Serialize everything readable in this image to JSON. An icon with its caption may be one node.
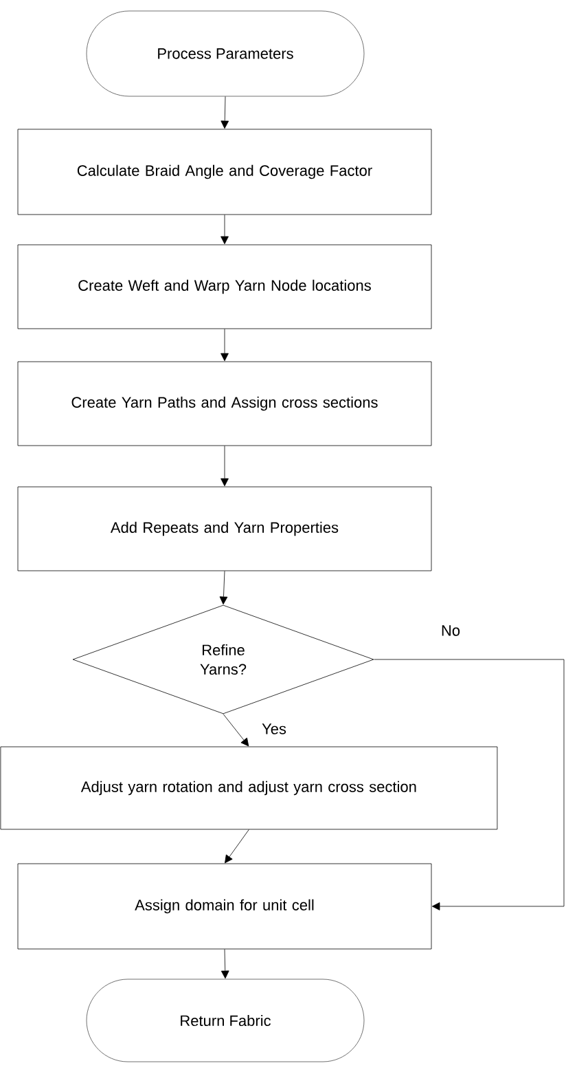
{
  "diagram": {
    "nodes": [
      {
        "text": [
          "Process Parameters"
        ]
      },
      {
        "text": [
          "Calculate Braid Angle and Coverage Factor"
        ]
      },
      {
        "text": [
          "Create Weft and Warp Yarn Node locations"
        ]
      },
      {
        "text": [
          "Create Yarn Paths and Assign cross sections"
        ]
      },
      {
        "text": [
          "Add Repeats and Yarn Properties"
        ]
      },
      {
        "text": [
          "Refine Yarns?"
        ]
      },
      {
        "text": [
          "Adjust yarn rotation and adjust yarn cross section"
        ]
      },
      {
        "text": [
          "Assign domain for unit cell"
        ]
      },
      {
        "text": [
          "Return Fabric"
        ]
      }
    ],
    "edges": [
      {
        "from": 0,
        "to": 1,
        "arrow": "to"
      },
      {
        "from": 1,
        "to": 2,
        "arrow": "to"
      },
      {
        "from": 2,
        "to": 3,
        "arrow": "to"
      },
      {
        "from": 3,
        "to": 4,
        "arrow": "to"
      },
      {
        "from": 4,
        "to": 5,
        "arrow": "to"
      },
      {
        "from": 5,
        "to": 6,
        "arrow": "to",
        "label": "Yes"
      },
      {
        "from": 5,
        "to": 7,
        "arrow": "to",
        "label": "No"
      },
      {
        "from": 6,
        "to": 7,
        "arrow": "to"
      },
      {
        "from": 7,
        "to": 8,
        "arrow": "to"
      }
    ]
  }
}
